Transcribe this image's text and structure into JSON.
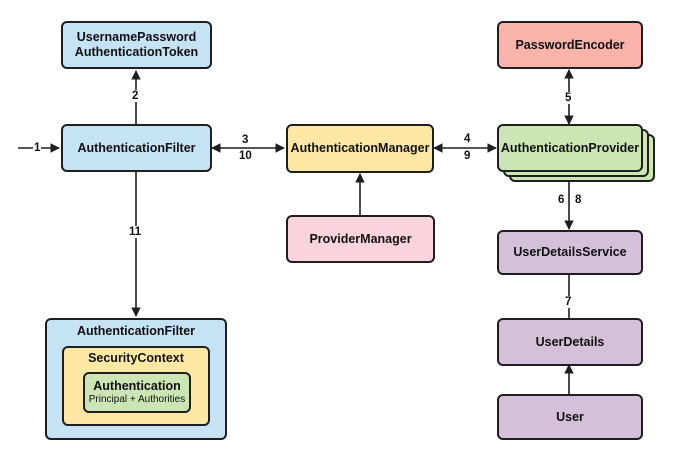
{
  "nodes": {
    "token": {
      "line1": "UsernamePassword",
      "line2": "AuthenticationToken"
    },
    "auth_filter": "AuthenticationFilter",
    "auth_manager": "AuthenticationManager",
    "provider_manager": "ProviderManager",
    "password_encoder": "PasswordEncoder",
    "auth_provider": "AuthenticationProvider",
    "user_details_service": "UserDetailsService",
    "user_details": "UserDetails",
    "user": "User",
    "outer_filter": "AuthenticationFilter",
    "security_context": "SecurityContext",
    "authentication": {
      "title": "Authentication",
      "subtitle": "Principal + Authorities"
    }
  },
  "edge_labels": {
    "e1": "1",
    "e2": "2",
    "e3": "3",
    "e10": "10",
    "e4": "4",
    "e9": "9",
    "e5": "5",
    "e6": "6",
    "e8": "8",
    "e7": "7",
    "e11": "11"
  },
  "colors": {
    "blue": "#c6e3f6",
    "yellow": "#fde8a3",
    "pink": "#f9d3dd",
    "red": "#f9b3aa",
    "green": "#cbe6b4",
    "purple": "#d5c0d9",
    "stroke": "#1f1f1f"
  }
}
